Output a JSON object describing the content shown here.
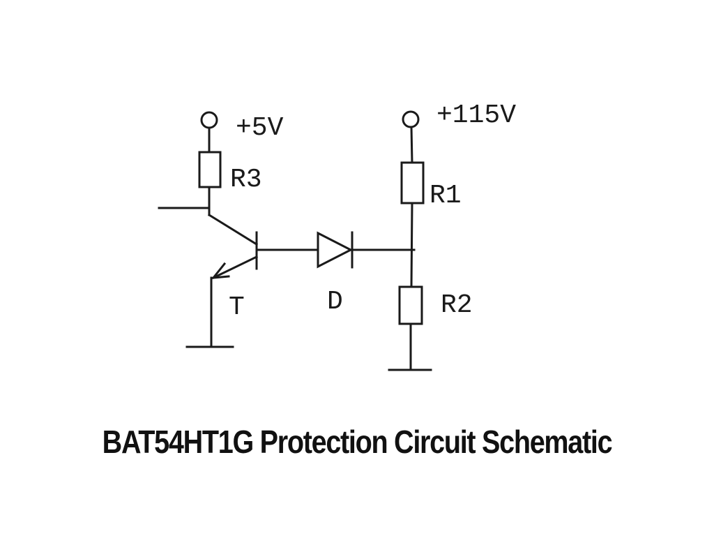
{
  "caption": "BAT54HT1G Protection Circuit Schematic",
  "labels": {
    "supply_5v": "+5V",
    "supply_115v": "+115V",
    "r3": "R3",
    "r1": "R1",
    "r2": "R2",
    "transistor": "T",
    "diode": "D"
  },
  "colors": {
    "line": "#1a1a1a",
    "background": "#ffffff"
  }
}
